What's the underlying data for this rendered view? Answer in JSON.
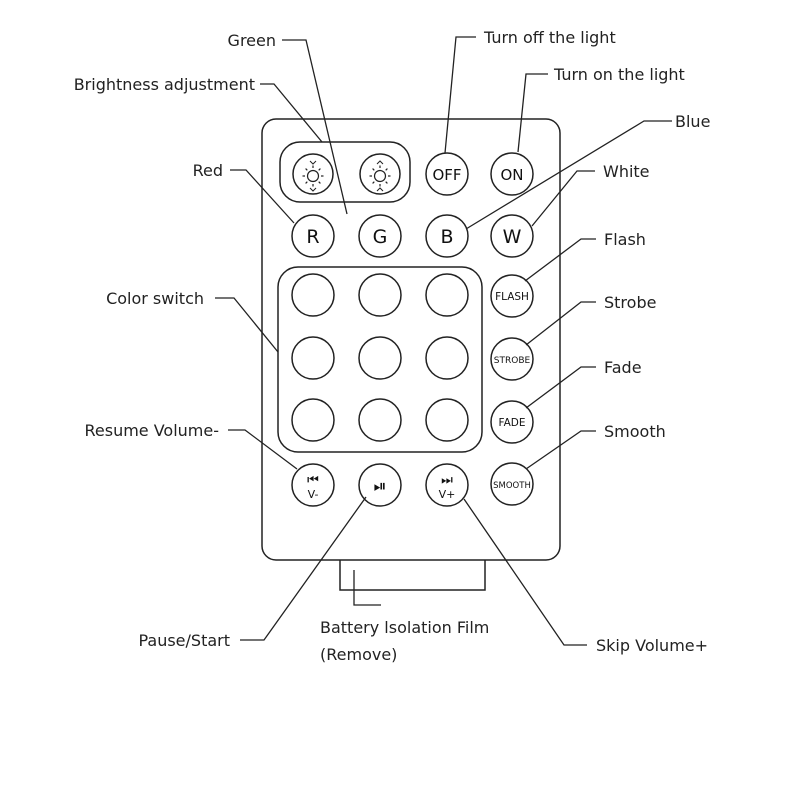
{
  "callouts": {
    "green": "Green",
    "turn_off": "Turn off the light",
    "brightness": "Brightness adjustment",
    "turn_on": "Turn on the light",
    "blue": "Blue",
    "red": "Red",
    "white": "White",
    "flash": "Flash",
    "color_switch": "Color switch",
    "strobe": "Strobe",
    "fade": "Fade",
    "resume_volume": "Resume Volume-",
    "smooth": "Smooth",
    "pause_start": "Pause/Start",
    "battery_line1": "Battery lsolation Film",
    "battery_line2": "(Remove)",
    "skip_volume": "Skip Volume+"
  },
  "buttons": {
    "off": "OFF",
    "on": "ON",
    "r": "R",
    "g": "G",
    "b": "B",
    "w": "W",
    "flash": "FLASH",
    "strobe": "STROBE",
    "fade": "FADE",
    "smooth": "SMOOTH",
    "prev_icon": "⏮",
    "prev_sub": "V-",
    "play_icon": "⏯",
    "next_icon": "⏭",
    "next_sub": "V+"
  }
}
